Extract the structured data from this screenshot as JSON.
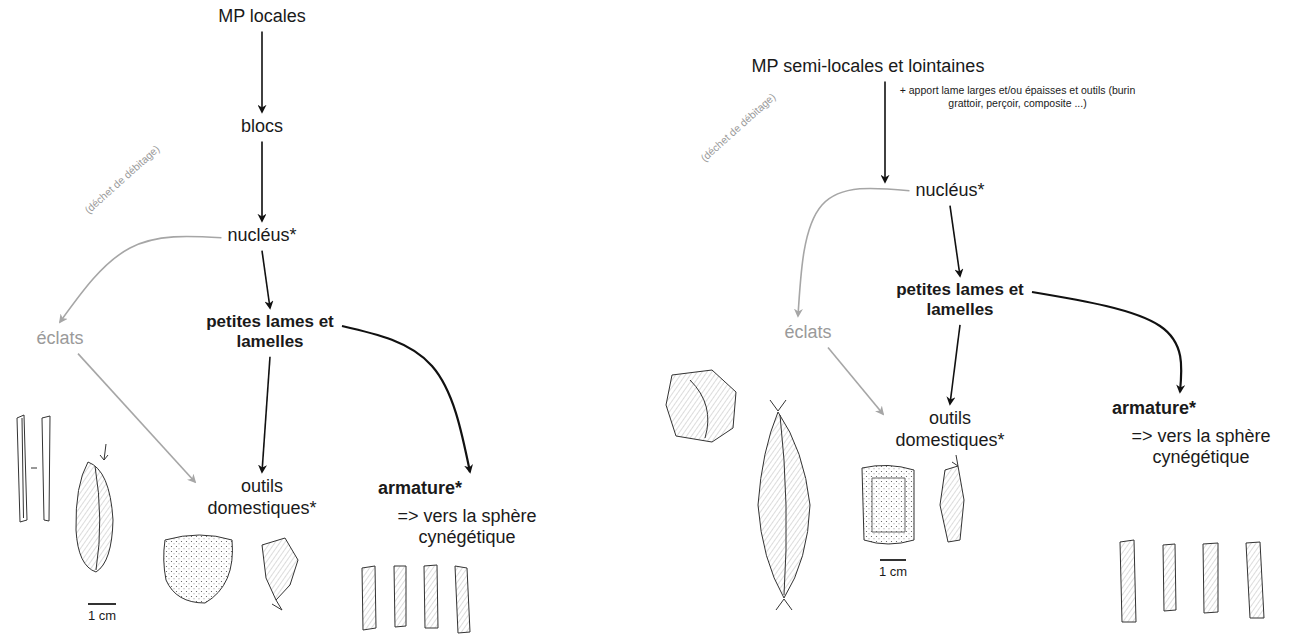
{
  "diagram": {
    "nodes": [
      {
        "text": [
          "MP locales"
        ]
      },
      {
        "text": [
          "blocs"
        ]
      },
      {
        "text": [
          "nucléus*"
        ]
      },
      {
        "text": [
          "petites lames et lamelles"
        ]
      },
      {
        "text": [
          "éclats"
        ]
      },
      {
        "text": [
          "outils domestiques*"
        ]
      },
      {
        "text": [
          "armature*",
          "=> vers la sphère cynégétique"
        ]
      },
      {
        "text": [
          "MP semi-locales et lointaines"
        ]
      },
      {
        "text": [
          "nucléus*"
        ]
      },
      {
        "text": [
          "petites lames et lamelles"
        ]
      },
      {
        "text": [
          "éclats"
        ]
      },
      {
        "text": [
          "outils domestiques*"
        ]
      },
      {
        "text": [
          "armature*",
          "=> vers la sphère cynégétique"
        ]
      }
    ],
    "edges": [
      {
        "from": 0,
        "to": 1,
        "arrow": "to"
      },
      {
        "from": 1,
        "to": 2,
        "arrow": "to"
      },
      {
        "from": 2,
        "to": 4,
        "label": "(déchet de débitage)",
        "arrow": "to"
      },
      {
        "from": 2,
        "to": 3,
        "arrow": "to"
      },
      {
        "from": 4,
        "to": 5,
        "arrow": "to"
      },
      {
        "from": 3,
        "to": 5,
        "arrow": "to"
      },
      {
        "from": 3,
        "to": 6,
        "arrow": "to"
      },
      {
        "from": 7,
        "to": 8,
        "label": "+ apport lame larges et/ou épaisses et outils (burin grattoir, perçoir, composite ...)",
        "arrow": "to"
      },
      {
        "from": 8,
        "to": 10,
        "label": "(déchet de débitage)",
        "arrow": "to"
      },
      {
        "from": 8,
        "to": 9,
        "arrow": "to"
      },
      {
        "from": 10,
        "to": 11,
        "arrow": "to"
      },
      {
        "from": 9,
        "to": 11,
        "arrow": "to"
      },
      {
        "from": 9,
        "to": 12,
        "arrow": "to"
      }
    ],
    "labels": [
      "1 cm",
      "1 cm"
    ]
  }
}
